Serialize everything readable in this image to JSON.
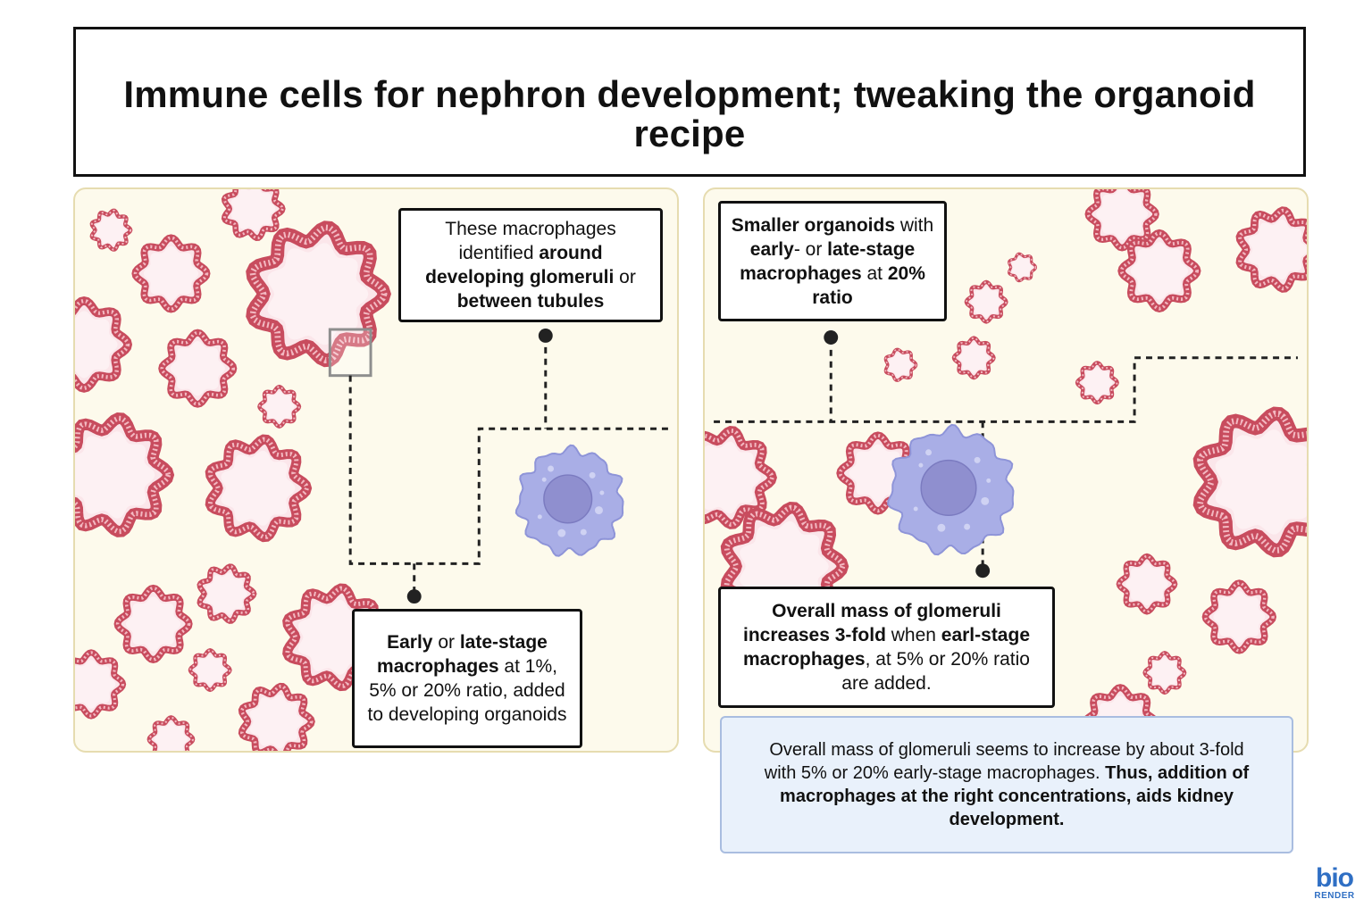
{
  "title": "Immune cells for nephron development; tweaking the organoid recipe",
  "left_panel": {
    "callout_top": [
      {
        "t": "These macrophages identified ",
        "b": false
      },
      {
        "t": "around developing glomeruli",
        "b": true
      },
      {
        "t": " or ",
        "b": false
      },
      {
        "t": "between tubules",
        "b": true
      }
    ],
    "callout_bottom": [
      {
        "t": "Early",
        "b": true
      },
      {
        "t": " or ",
        "b": false
      },
      {
        "t": "late-stage macrophages",
        "b": true
      },
      {
        "t": " at 1%, 5% or 20% ratio, added to developing organoids",
        "b": false
      }
    ]
  },
  "right_panel": {
    "callout_top": [
      {
        "t": "Smaller organoids",
        "b": true
      },
      {
        "t": " with ",
        "b": false
      },
      {
        "t": "early",
        "b": true
      },
      {
        "t": "- or ",
        "b": false
      },
      {
        "t": "late-stage macrophages",
        "b": true
      },
      {
        "t": " at ",
        "b": false
      },
      {
        "t": "20% ratio",
        "b": true
      }
    ],
    "callout_bottom": [
      {
        "t": "Overall mass of glomeruli increases 3-fold",
        "b": true
      },
      {
        "t": " when ",
        "b": false
      },
      {
        "t": "earl-stage macrophages",
        "b": true
      },
      {
        "t": ", at 5% or 20% ratio are added.",
        "b": false
      }
    ]
  },
  "summary": [
    {
      "t": "Overall mass of glomeruli seems to increase by about 3-fold with 5% or 20% early-stage macrophages. ",
      "b": false
    },
    {
      "t": "Thus, addition of macrophages at the right concentrations, aids kidney development.",
      "b": true
    }
  ],
  "logo": {
    "line1": "bio",
    "line2": "RENDER"
  },
  "icons": {
    "organoid": "glomerulus-organoid-icon",
    "macrophage": "macrophage-icon",
    "zoom": "zoom-box-icon"
  },
  "colors": {
    "panel_bg": "#fdfaec",
    "panel_border": "#e6dcb0",
    "organoid_fill": "#fbe6ea",
    "organoid_edge": "#c84c5e",
    "macrophage": "#a9aee6",
    "nucleus": "#8f8fcf",
    "summary_bg": "#e9f1fb",
    "summary_border": "#a9bde0",
    "logo": "#2f6fc4"
  }
}
